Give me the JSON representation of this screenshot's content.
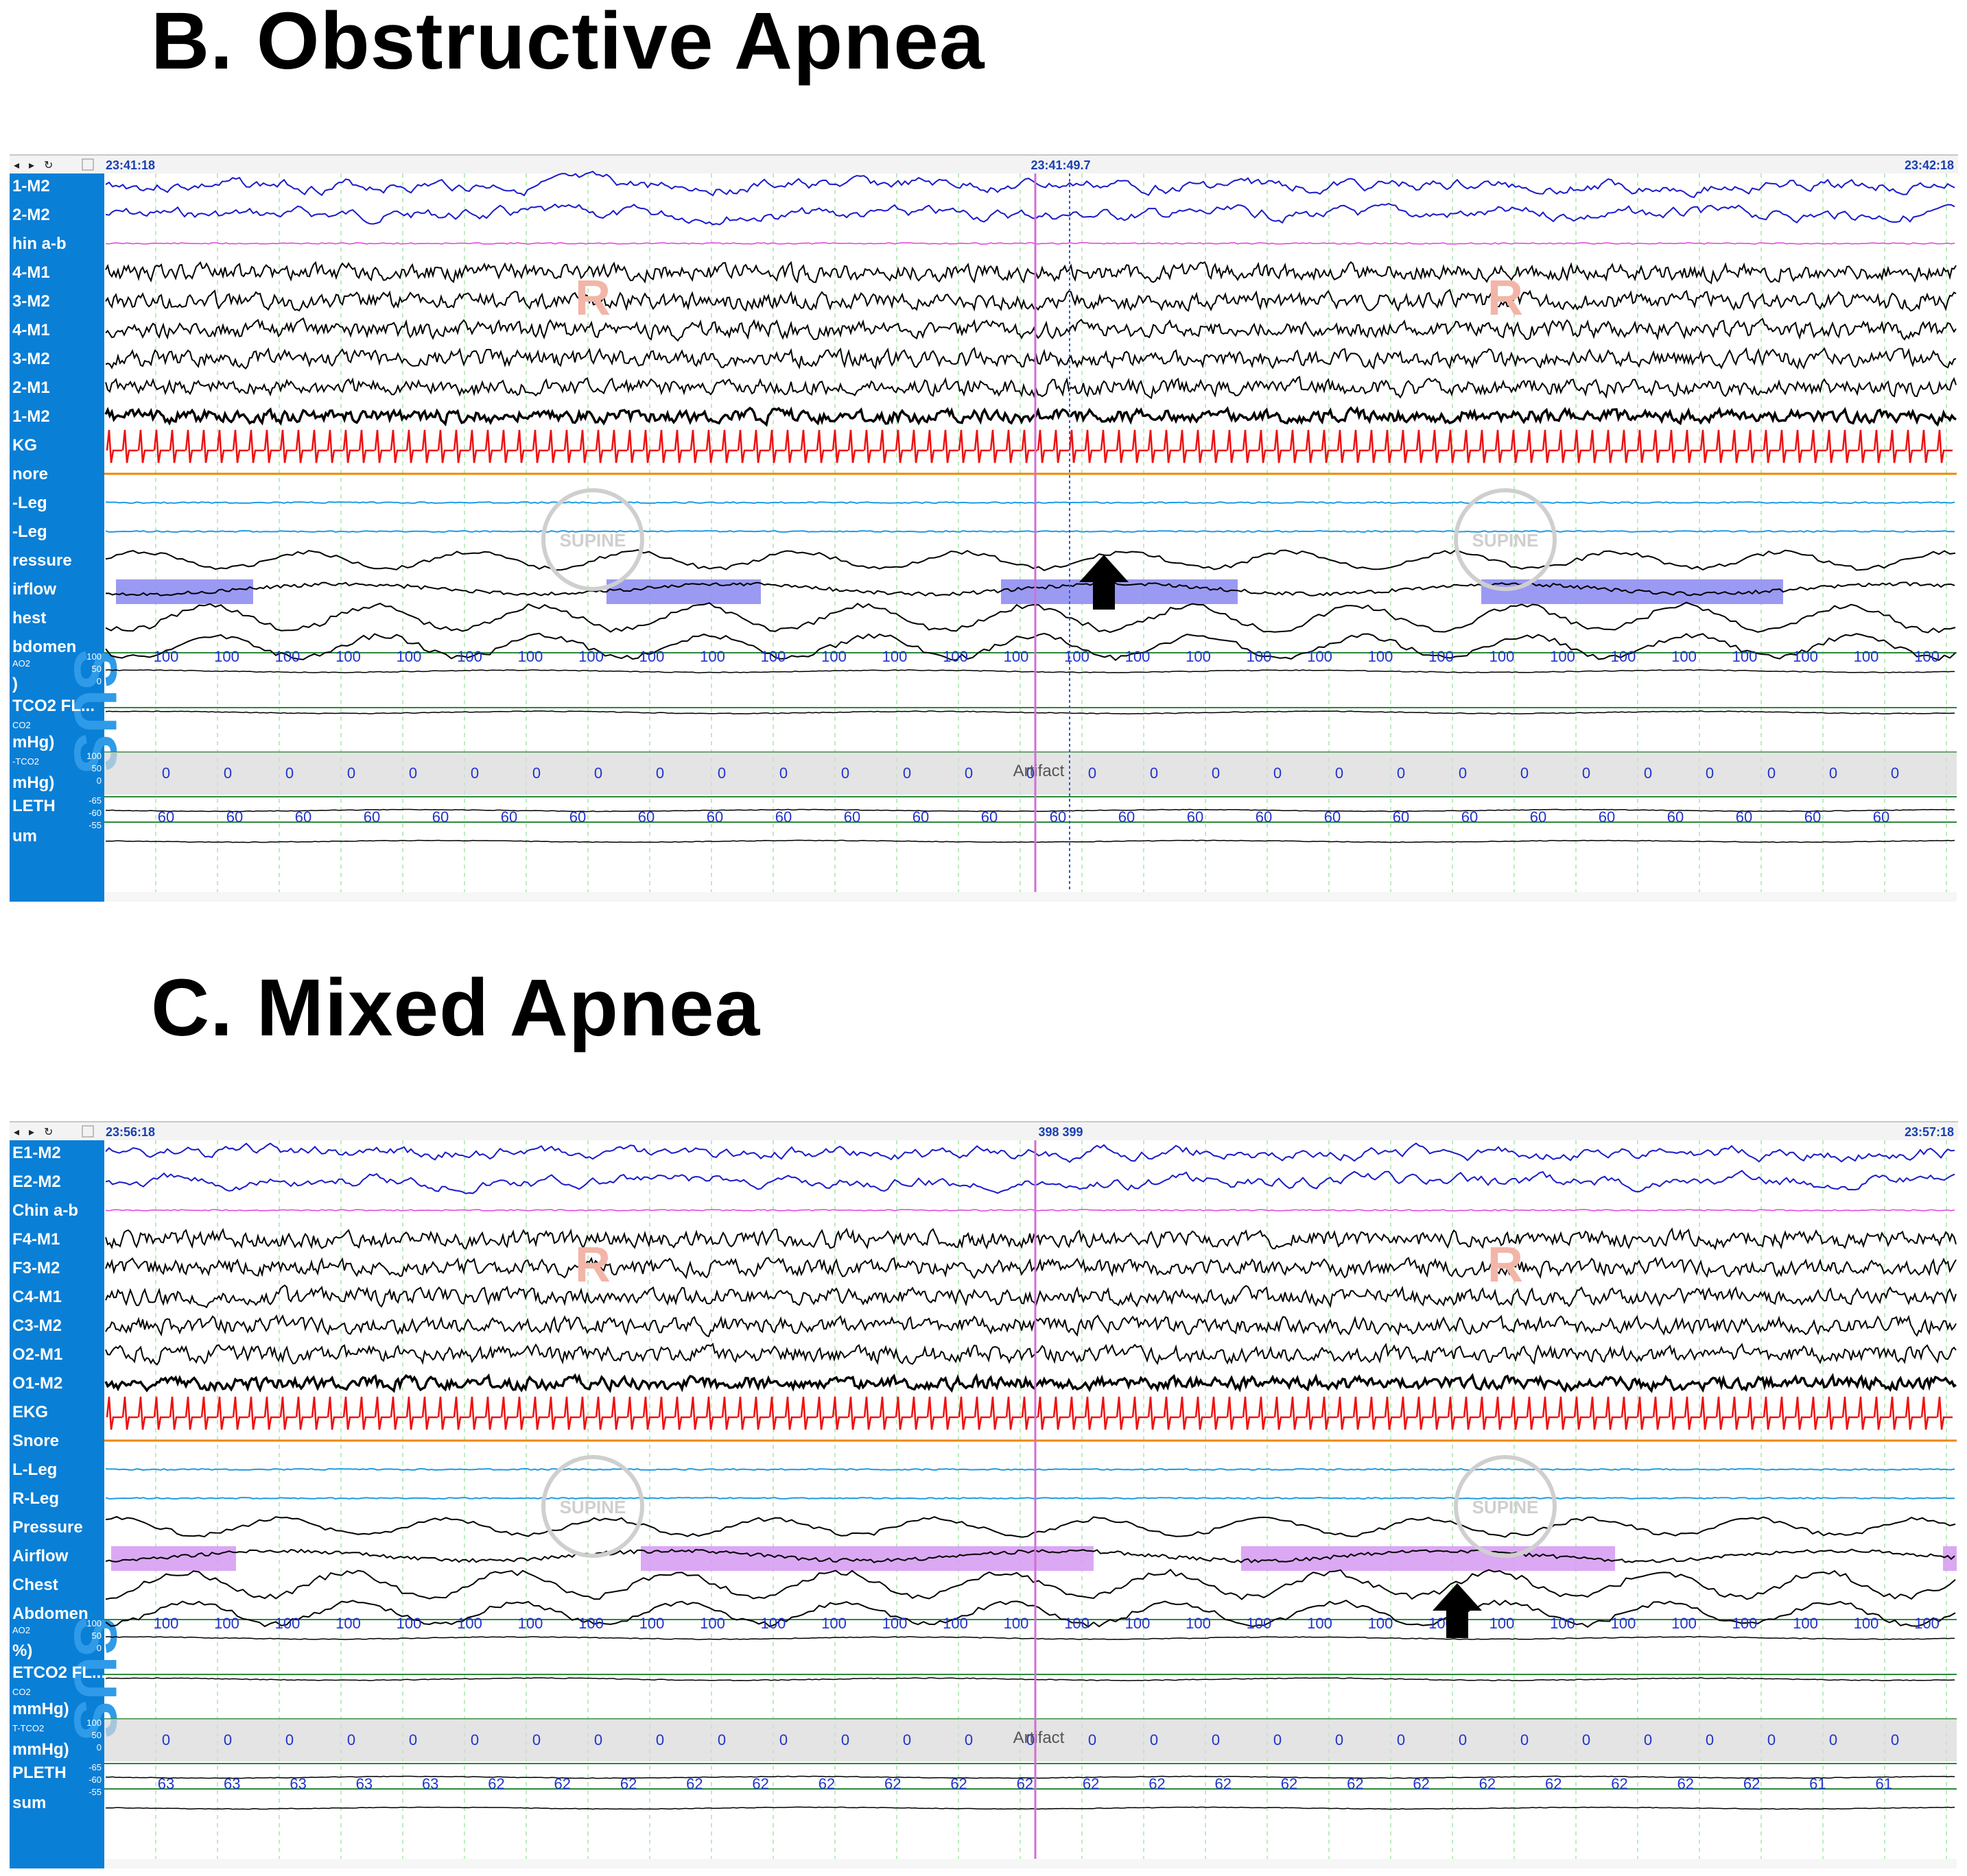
{
  "colors": {
    "label_bg": "#0a7fd6",
    "eog": "#1a1acc",
    "chin": "#e040e0",
    "eeg": "#000000",
    "ekg": "#ee1111",
    "snore": "#ee8800",
    "leg": "#1e9be6",
    "event_obstructive": "#8f8ff2",
    "event_mixed": "#d79ff2",
    "cursor": "#d070d0",
    "grid": "#77dd77",
    "arrow": "#000000"
  },
  "panels": [
    {
      "id": "B",
      "heading": "B.  Obstructive Apnea",
      "toolbar": {
        "start_time": "23:41:18",
        "cursor_time": "23:41:49.7",
        "end_time": "23:42:18"
      },
      "channels": [
        "1-M2",
        "2-M2",
        "hin a-b",
        "4-M1",
        "3-M2",
        "4-M1",
        "3-M2",
        "2-M1",
        "1-M2",
        "KG",
        "nore",
        "-Leg",
        "-Leg",
        "ressure",
        "irflow",
        "hest",
        "bdomen",
        "AO2",
        ")",
        "TCO2 FL...",
        "CO2",
        "mHg)",
        "-TCO2",
        "mHg)",
        "LETH",
        "um"
      ],
      "scale_sao2": [
        "100",
        "50",
        "0"
      ],
      "scale_tcco2": [
        "100",
        "50",
        "0"
      ],
      "scale_pt": [
        "-65",
        "-60",
        "-55"
      ],
      "spo2_values": [
        "100",
        "100",
        "100",
        "100",
        "100",
        "100",
        "100",
        "100",
        "100",
        "100",
        "100",
        "100",
        "100",
        "100",
        "100",
        "100",
        "100",
        "100",
        "100",
        "100",
        "100",
        "100",
        "100",
        "100",
        "100",
        "100",
        "100",
        "100",
        "100",
        "100"
      ],
      "co2_values": [
        "0",
        "0",
        "0",
        "0",
        "0",
        "0",
        "0",
        "0",
        "0",
        "0",
        "0",
        "0",
        "0",
        "0",
        "0",
        "0",
        "0",
        "0",
        "0",
        "0",
        "0",
        "0",
        "0",
        "0",
        "0",
        "0",
        "0",
        "0",
        "0"
      ],
      "tcco2_values": [
        "60",
        "60",
        "60",
        "60",
        "60",
        "60",
        "60",
        "60",
        "60",
        "60",
        "60",
        "60",
        "60",
        "60",
        "60",
        "60",
        "60",
        "60",
        "60",
        "60",
        "60",
        "60",
        "60",
        "60",
        "60",
        "60"
      ],
      "artifact_label": "Artifact",
      "stage_label": "R",
      "position_label": "SUPINE",
      "side_tag": "SUS",
      "event_type": "obstructive"
    },
    {
      "id": "C",
      "heading": "C.  Mixed Apnea",
      "toolbar": {
        "start_time": "23:56:18",
        "cursor_time": "398 399",
        "end_time": "23:57:18"
      },
      "channels": [
        "E1-M2",
        "E2-M2",
        "Chin a-b",
        "F4-M1",
        "F3-M2",
        "C4-M1",
        "C3-M2",
        "O2-M1",
        "O1-M2",
        "EKG",
        "Snore",
        "L-Leg",
        "R-Leg",
        "Pressure",
        "Airflow",
        "Chest",
        "Abdomen",
        "AO2",
        "%)",
        "ETCO2 FL...",
        "CO2",
        "mmHg)",
        "T-TCO2",
        "mmHg)",
        "PLETH",
        "sum"
      ],
      "scale_sao2": [
        "100",
        "50",
        "0"
      ],
      "scale_tcco2": [
        "100",
        "50",
        "0"
      ],
      "scale_pt": [
        "-65",
        "-60",
        "-55"
      ],
      "spo2_values": [
        "100",
        "100",
        "100",
        "100",
        "100",
        "100",
        "100",
        "100",
        "100",
        "100",
        "100",
        "100",
        "100",
        "100",
        "100",
        "100",
        "100",
        "100",
        "100",
        "100",
        "100",
        "100",
        "100",
        "100",
        "100",
        "100",
        "100",
        "100",
        "100",
        "100"
      ],
      "co2_values": [
        "0",
        "0",
        "0",
        "0",
        "0",
        "0",
        "0",
        "0",
        "0",
        "0",
        "0",
        "0",
        "0",
        "0",
        "0",
        "0",
        "0",
        "0",
        "0",
        "0",
        "0",
        "0",
        "0",
        "0",
        "0",
        "0",
        "0",
        "0",
        "0"
      ],
      "tcco2_values": [
        "63",
        "63",
        "63",
        "63",
        "63",
        "62",
        "62",
        "62",
        "62",
        "62",
        "62",
        "62",
        "62",
        "62",
        "62",
        "62",
        "62",
        "62",
        "62",
        "62",
        "62",
        "62",
        "62",
        "62",
        "62",
        "61",
        "61"
      ],
      "artifact_label": "Artifact",
      "stage_label": "R",
      "position_label": "SUPINE",
      "side_tag": "SUS",
      "event_type": "mixed"
    }
  ]
}
